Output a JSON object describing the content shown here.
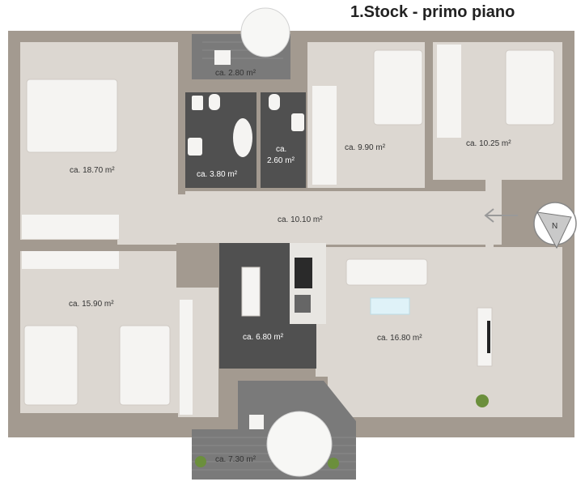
{
  "title": "1.Stock - primo piano",
  "rooms": {
    "balcony_top": "ca. 2.80 m²",
    "bedroom_large": "ca. 18.70 m²",
    "bath_main": "ca. 3.80 m²",
    "bath_small_line1": "ca.",
    "bath_small_line2": "2.60 m²",
    "bedroom_mid": "ca. 9.90 m²",
    "bedroom_right": "ca. 10.25 m²",
    "hallway": "ca. 10.10 m²",
    "bedroom_twin": "ca. 15.90 m²",
    "kitchen": "ca. 6.80 m²",
    "living": "ca. 16.80 m²",
    "terrace": "ca. 7.30 m²"
  },
  "compass": {
    "letter": "N"
  },
  "colors": {
    "wall": "#a39a90",
    "floor": "#dcd7d1",
    "tile": "#505050",
    "deck": "#7a7a7a",
    "furniture": "#f5f4f2"
  }
}
